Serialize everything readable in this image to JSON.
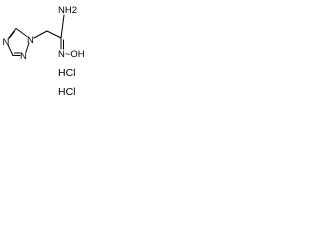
{
  "molecule": {
    "atoms": {
      "n_ring_1": "N",
      "n_ring_2": "N",
      "n_ring_4": "N",
      "amine": "NH2",
      "oxime": "N~OH"
    }
  },
  "salt": {
    "line1": "HCl",
    "line2": "HCl"
  }
}
